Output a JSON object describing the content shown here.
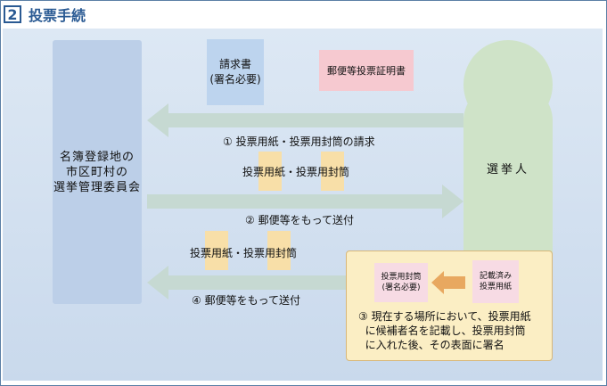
{
  "header": {
    "number": "2",
    "title": "投票手続"
  },
  "committee": {
    "label": "名簿登録地の\n市区町村の\n選挙管理委員会"
  },
  "elector": {
    "label": "選挙人"
  },
  "documents": {
    "request": "請求書\n(署名必要)",
    "certificate": "郵便等投票証明書"
  },
  "steps": {
    "step1": "① 投票用紙・投票用封筒の請求",
    "step2": "② 郵便等をもって送付",
    "step3": "③ 現在する場所において、投票用紙\n  に候補者名を記載し、投票用封筒\n  に入れた後、その表面に署名",
    "step4": "④ 郵便等をもって送付"
  },
  "envelopes": {
    "label_upper": "投票用紙・投票用封筒",
    "label_lower": "投票用紙・投票用封筒"
  },
  "box3": {
    "envelope_doc": "投票用封筒\n(署名必要)",
    "ballot_doc": "記載済み\n投票用紙"
  },
  "colors": {
    "header": "#2a5a93",
    "panel": "#d4e1f0",
    "committee": "#bccfe8",
    "elector": "#cfe3c8",
    "arrow": "#c7dcc4",
    "request_doc": "#bdd4ee",
    "certificate_doc": "#f6c9d0",
    "envelope": "#f8dfa8",
    "box3": "#fbeec4"
  }
}
